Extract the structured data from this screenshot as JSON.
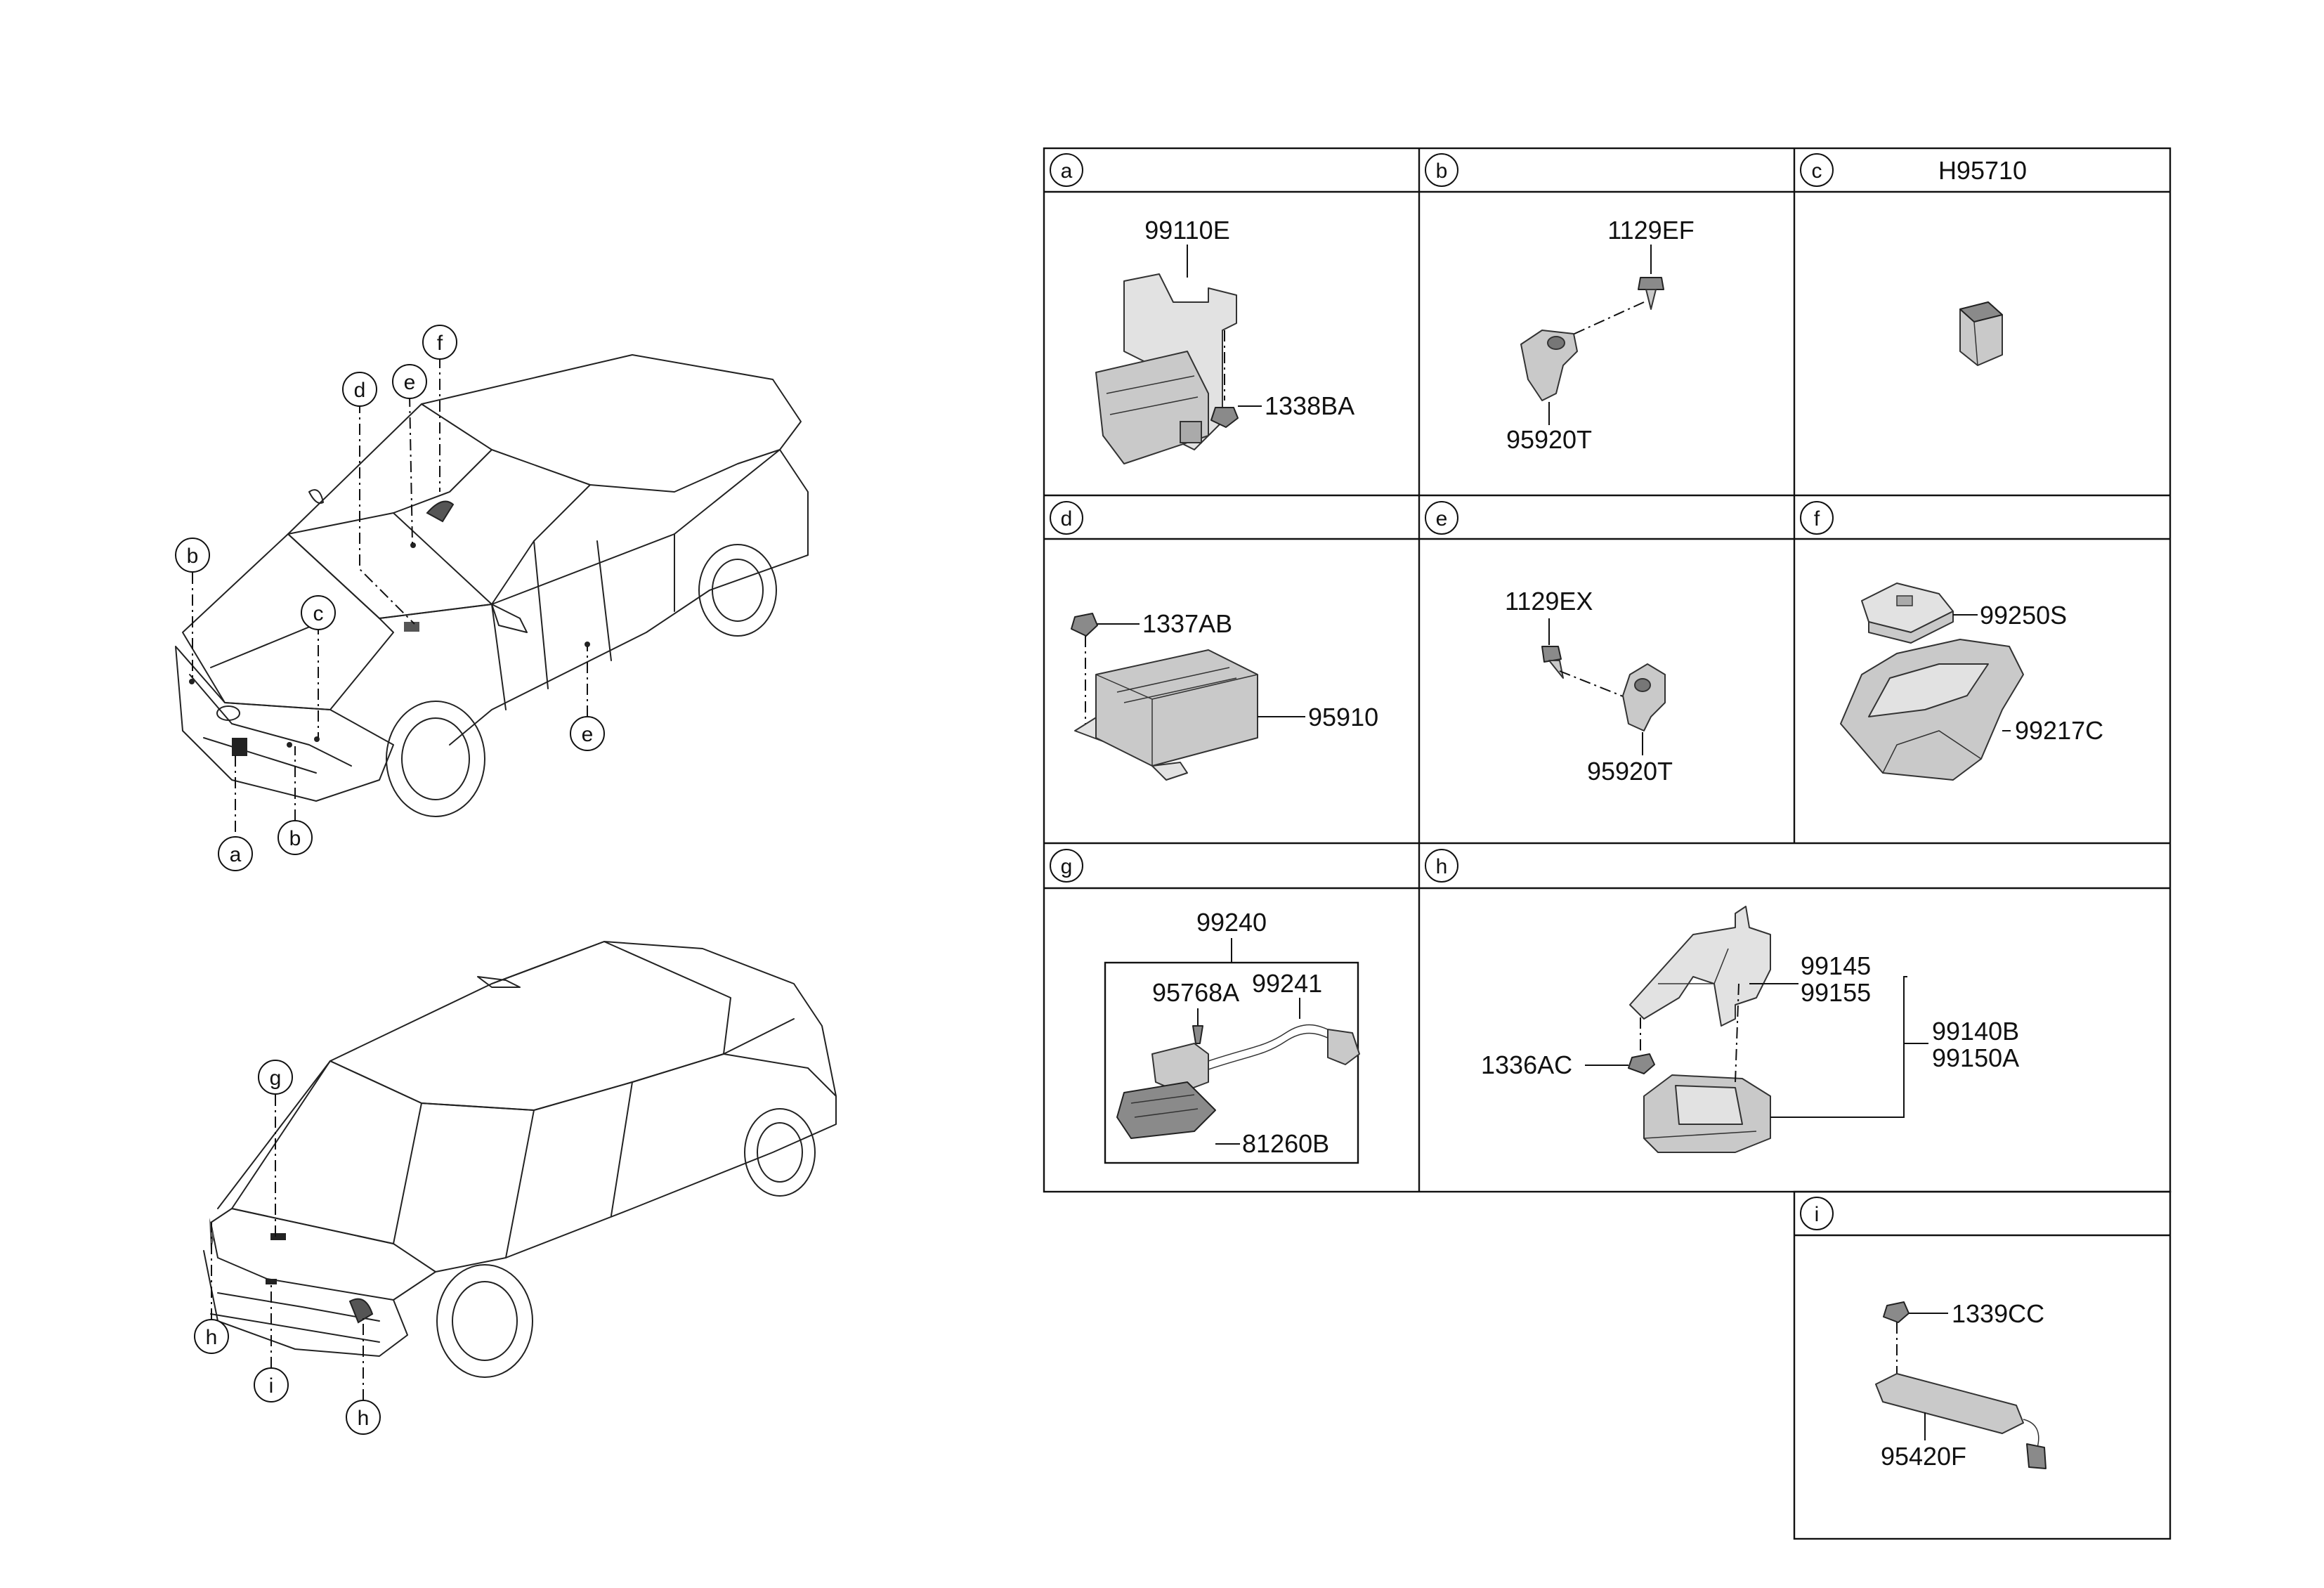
{
  "callout_letters": [
    "a",
    "b",
    "c",
    "d",
    "e",
    "f",
    "g",
    "h",
    "i"
  ],
  "panels": {
    "a": {
      "letter": "a",
      "part_numbers": [
        "99110E",
        "1338BA"
      ]
    },
    "b": {
      "letter": "b",
      "part_numbers": [
        "1129EF",
        "95920T"
      ]
    },
    "c": {
      "letter": "c",
      "header_part": "H95710"
    },
    "d": {
      "letter": "d",
      "part_numbers": [
        "1337AB",
        "95910"
      ]
    },
    "e": {
      "letter": "e",
      "part_numbers": [
        "1129EX",
        "95920T"
      ]
    },
    "f": {
      "letter": "f",
      "part_numbers": [
        "99250S",
        "99217C"
      ]
    },
    "g": {
      "letter": "g",
      "part_numbers": [
        "99240",
        "95768A",
        "99241",
        "81260B"
      ]
    },
    "h": {
      "letter": "h",
      "part_numbers": [
        "99145",
        "99155",
        "99140B",
        "99150A",
        "1336AC"
      ]
    },
    "i": {
      "letter": "i",
      "part_numbers": [
        "1339CC",
        "95420F"
      ]
    }
  },
  "icons": [
    "front-car-view",
    "rear-car-view",
    "radar-module-bracket",
    "sensor-bolt",
    "camera-module",
    "control-unit",
    "windshield-camera-cover",
    "rear-camera-assembly",
    "rear-radar-bracket",
    "antenna-module"
  ]
}
